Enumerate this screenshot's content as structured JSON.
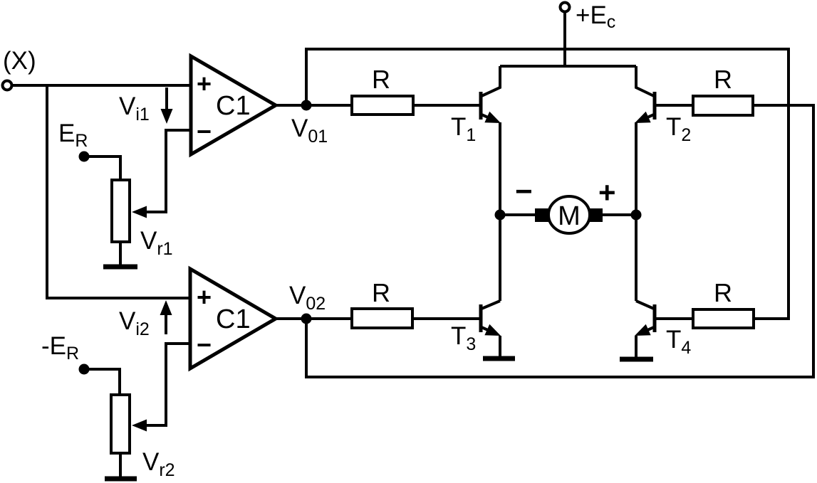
{
  "colors": {
    "ink": "#000000",
    "paper": "#ffffff"
  },
  "terminals": {
    "input": "(X)",
    "supply": {
      "base": "+E",
      "sub": "c"
    },
    "ref_pos": {
      "base": "E",
      "sub": "R"
    },
    "ref_neg": {
      "base": "-E",
      "sub": "R"
    }
  },
  "comparators": {
    "comp1": {
      "name": "C1",
      "plus": "+",
      "minus": "−"
    },
    "comp2": {
      "name": "C1",
      "plus": "+",
      "minus": "−"
    }
  },
  "voltages": {
    "vi1": {
      "base": "V",
      "sub": "i1"
    },
    "vi2": {
      "base": "V",
      "sub": "i2"
    },
    "vr1": {
      "base": "V",
      "sub": "r1"
    },
    "vr2": {
      "base": "V",
      "sub": "r2"
    },
    "v01": {
      "base": "V",
      "sub": "01"
    },
    "v02": {
      "base": "V",
      "sub": "02"
    }
  },
  "resistors": {
    "top_left": "R",
    "top_right": "R",
    "bottom_left": "R",
    "bottom_right": "R"
  },
  "transistors": {
    "t1": {
      "base": "T",
      "sub": "1"
    },
    "t2": {
      "base": "T",
      "sub": "2"
    },
    "t3": {
      "base": "T",
      "sub": "3"
    },
    "t4": {
      "base": "T",
      "sub": "4"
    }
  },
  "motor": {
    "label": "M",
    "terminal_minus": "−",
    "terminal_plus": "+"
  }
}
